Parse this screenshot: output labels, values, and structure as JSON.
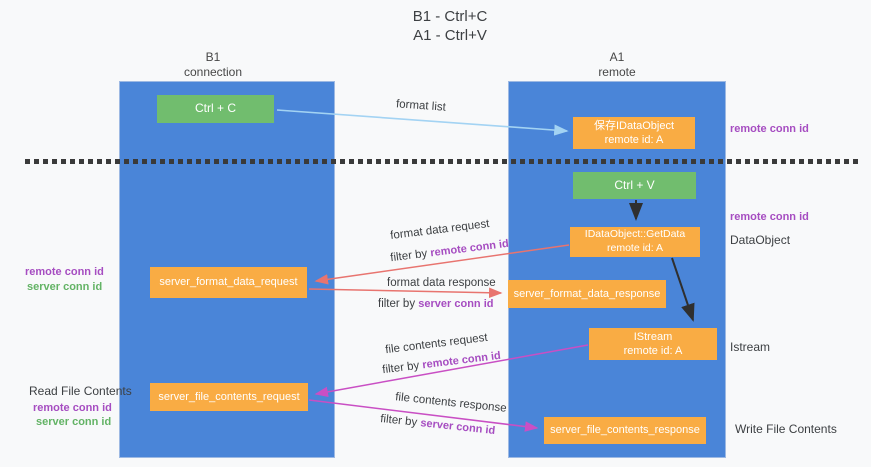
{
  "title": {
    "line1": "B1 - Ctrl+C",
    "line2": "A1 - Ctrl+V"
  },
  "columns": [
    {
      "title": "B1",
      "subtitle": "connection"
    },
    {
      "title": "A1",
      "subtitle": "remote"
    }
  ],
  "nodes": {
    "ctrl_c": "Ctrl + C",
    "ctrl_v": "Ctrl + V",
    "save_dataobject": {
      "line1": "保存IDataObject",
      "line2": "remote id: A"
    },
    "getdata": {
      "line1": "IDataObject::GetData",
      "line2": "remote id: A"
    },
    "istream": {
      "line1": "IStream",
      "line2": "remote id: A"
    },
    "server_format_data_request": "server_format_data_request",
    "server_format_data_response": "server_format_data_response",
    "server_file_contents_request": "server_file_contents_request",
    "server_file_contents_response": "server_file_contents_response"
  },
  "arrow_labels": {
    "format_list": "format list",
    "format_data_request": "format data request",
    "format_data_response": "format data response",
    "file_contents_request": "file contents request",
    "file_contents_response": "file contents response",
    "filter_by": "filter by",
    "remote_conn_id": "remote conn id",
    "server_conn_id": "server conn id"
  },
  "side_labels": {
    "remote_conn_id": "remote conn id",
    "server_conn_id": "server conn id",
    "dataobject": "DataObject",
    "istream": "Istream",
    "read_file_contents": "Read File Contents",
    "write_file_contents": "Write File Contents"
  },
  "colors": {
    "bg": "#f8f9fa",
    "lane": "#4a85d8",
    "green": "#71bd6e",
    "orange": "#f9ac44",
    "ink": "#3d4043",
    "purple": "#a64dc1",
    "greentxt": "#63b365",
    "red": "#e8746f",
    "magenta": "#c94fc4",
    "lightblue": "#a3d3f3",
    "black": "#2f2f2f",
    "dash": "#3a3a3a"
  }
}
